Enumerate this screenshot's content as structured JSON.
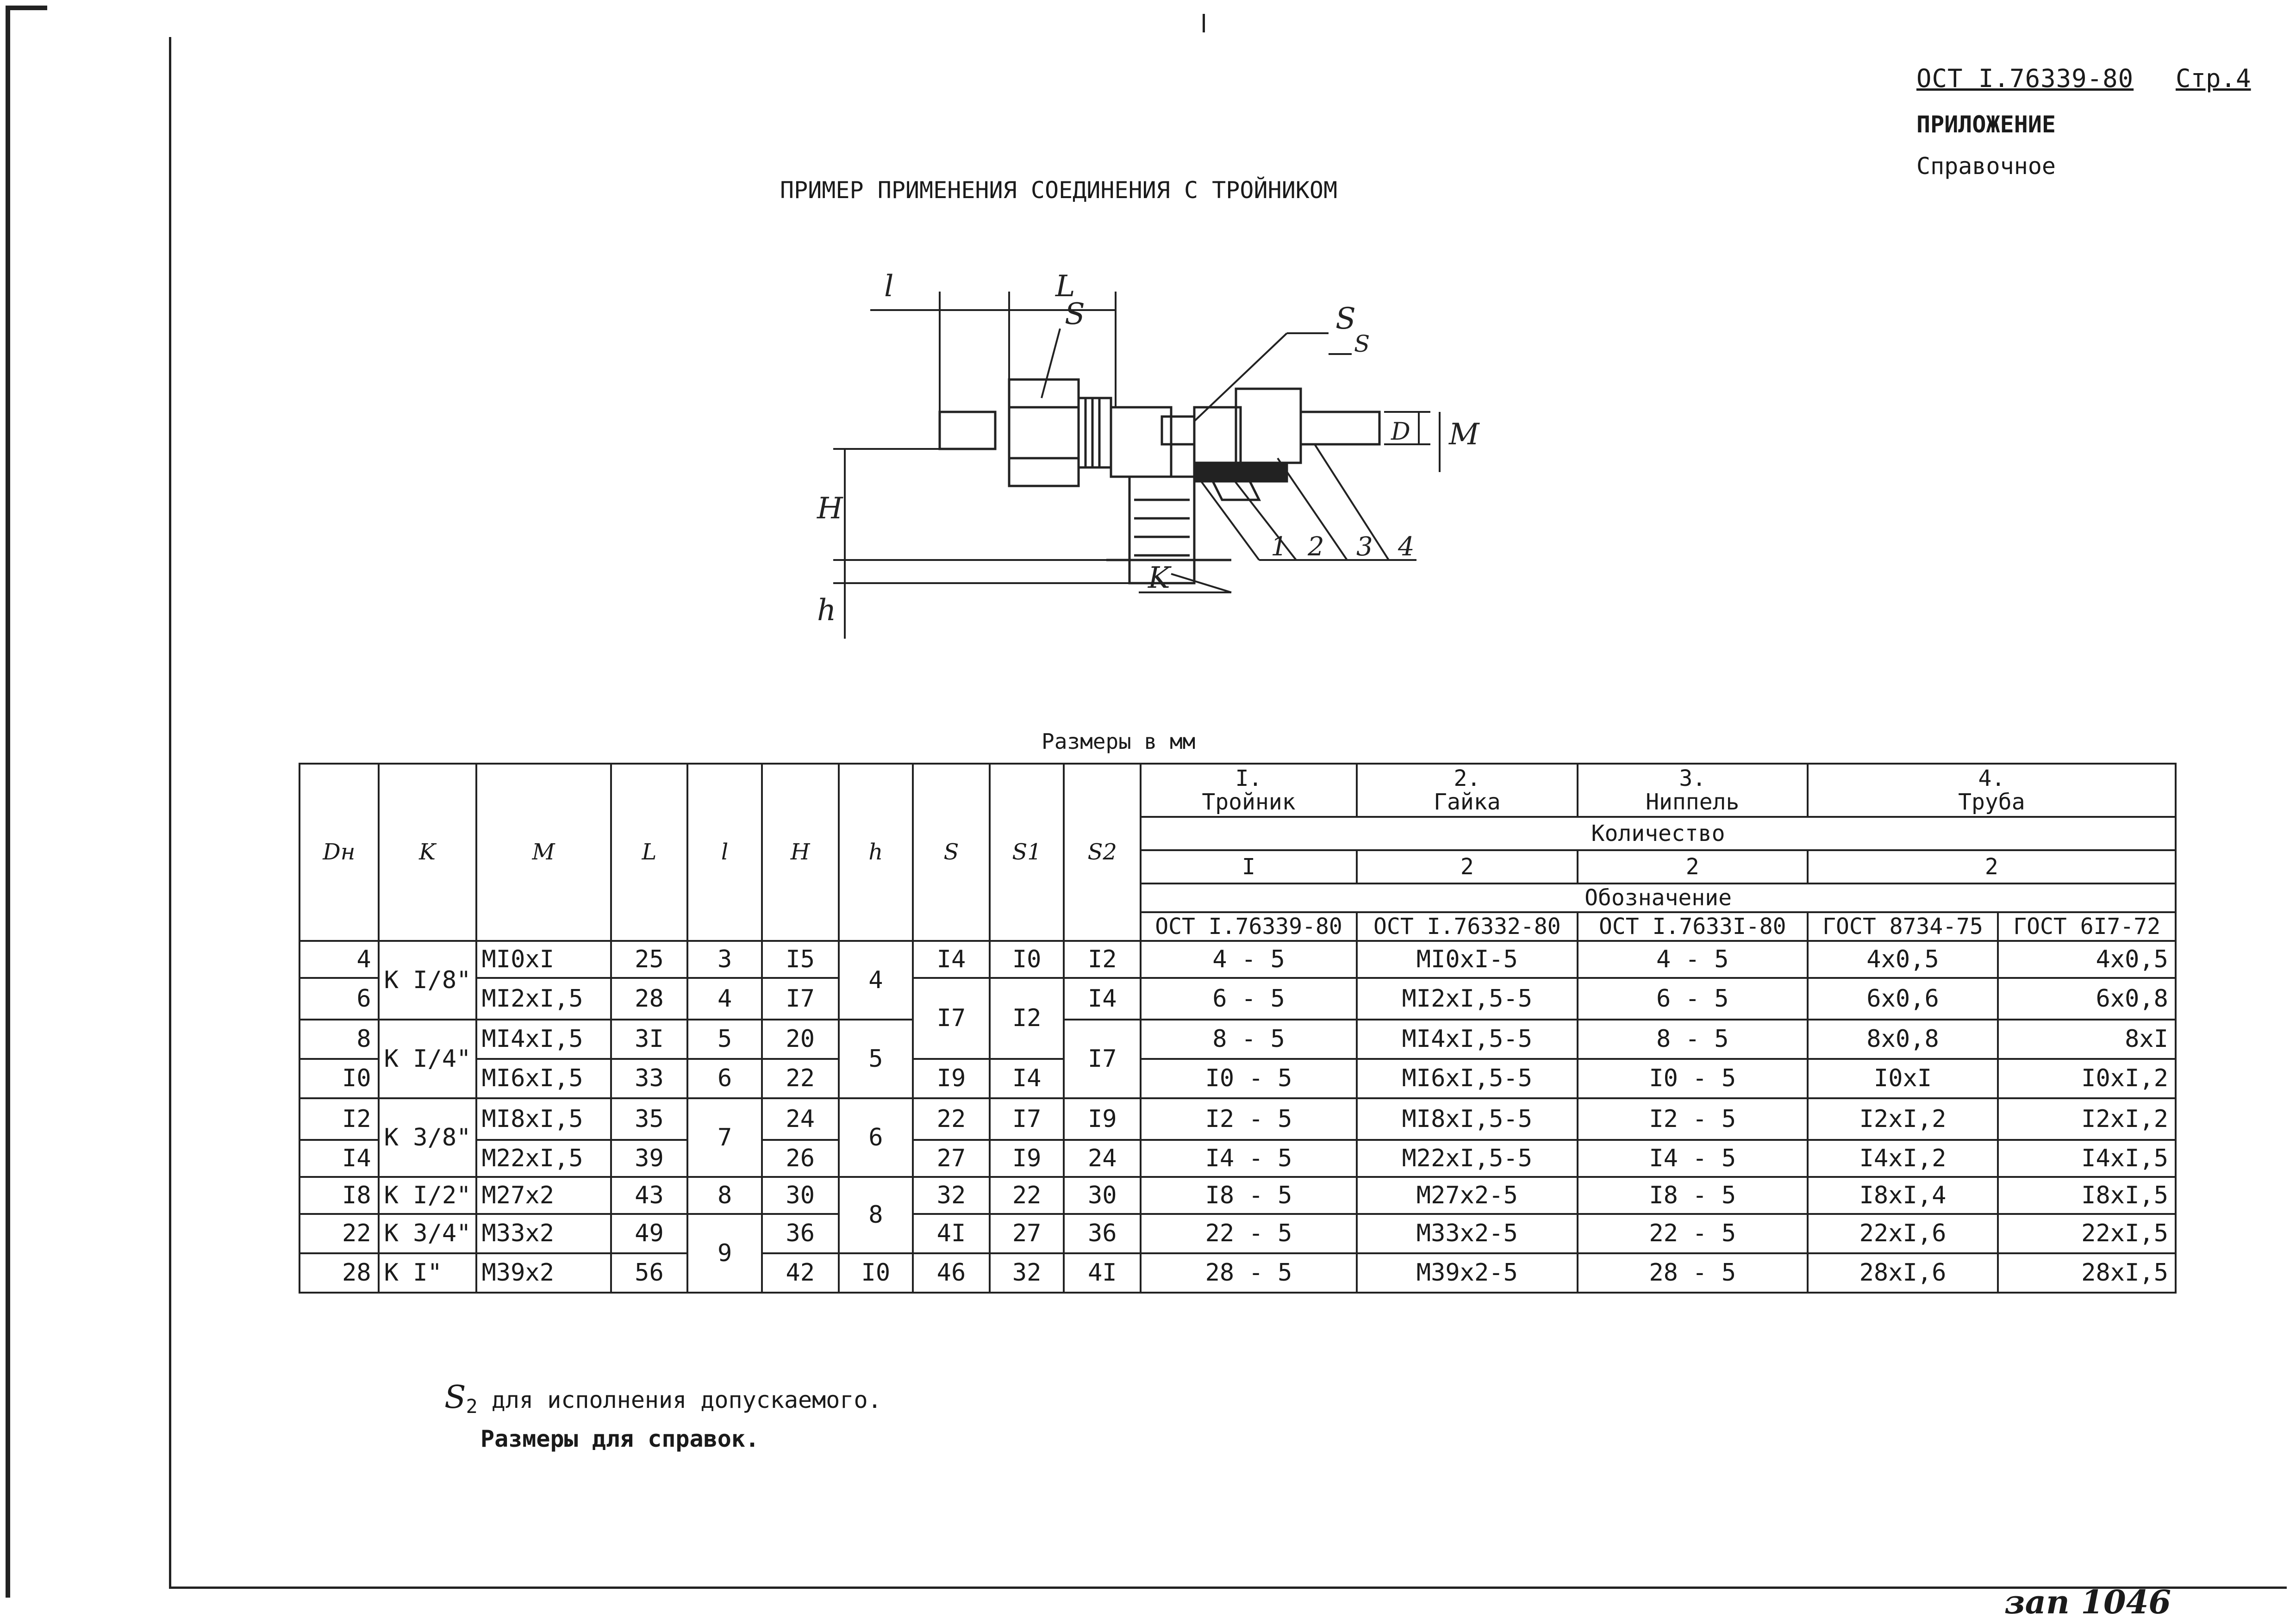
{
  "header": {
    "doc_code": "ОСТ I.76339-80",
    "page": "Стр.4",
    "appendix": "ПРИЛОЖЕНИЕ",
    "reference": "Справочное"
  },
  "title": "ПРИМЕР ПРИМЕНЕНИЯ СОЕДИНЕНИЯ С ТРОЙНИКОМ",
  "drawing_labels": {
    "l": "l",
    "L": "L",
    "S": "S",
    "S1": "S",
    "S2": "S",
    "Dn": "D",
    "M": "M",
    "H": "H",
    "h": "h",
    "K": "K",
    "p1": "1",
    "p2": "2",
    "p3": "3",
    "p4": "4"
  },
  "units": "Размеры в мм",
  "table": {
    "col_syms": [
      "Dн",
      "K",
      "M",
      "L",
      "l",
      "H",
      "h",
      "S",
      "S1",
      "S2"
    ],
    "groups": [
      {
        "num": "I.",
        "name": "Тройник"
      },
      {
        "num": "2.",
        "name": "Гайка"
      },
      {
        "num": "3.",
        "name": "Ниппель"
      },
      {
        "num": "4.",
        "name": "Труба"
      }
    ],
    "quantity_label": "Количество",
    "quantities": [
      "I",
      "2",
      "2",
      "2"
    ],
    "designation_label": "Обозначение",
    "designations": [
      "ОСТ I.76339-80",
      "ОСТ I.76332-80",
      "ОСТ I.7633I-80",
      "ГОСТ 8734-75",
      "ГОСТ 6I7-72"
    ],
    "k": [
      "К I/8\"",
      "К I/4\"",
      "К 3/8\"",
      "К I/2\"",
      "К 3/4\"",
      "К I\""
    ],
    "h": [
      "4",
      "5",
      "6",
      "8",
      "I0"
    ],
    "l": [
      "3",
      "4",
      "5",
      "6",
      "7",
      "8",
      "9"
    ],
    "rows": [
      {
        "dn": "4",
        "m": "MI0xI",
        "L": "25",
        "H": "I5",
        "S": "I4",
        "S1": "I0",
        "S2": "I2",
        "tee": "4 - 5",
        "nut": "MI0xI-5",
        "nip": "4 - 5",
        "t1": "4x0,5",
        "t2": "4x0,5"
      },
      {
        "dn": "6",
        "m": "MI2xI,5",
        "L": "28",
        "H": "I7",
        "S": "I7",
        "S1": "I2",
        "S2": "I4",
        "tee": "6 - 5",
        "nut": "MI2xI,5-5",
        "nip": "6 - 5",
        "t1": "6x0,6",
        "t2": "6x0,8"
      },
      {
        "dn": "8",
        "m": "MI4xI,5",
        "L": "3I",
        "H": "20",
        "S2": "I7",
        "tee": "8 - 5",
        "nut": "MI4xI,5-5",
        "nip": "8 - 5",
        "t1": "8x0,8",
        "t2": "8xI"
      },
      {
        "dn": "I0",
        "m": "MI6xI,5",
        "L": "33",
        "H": "22",
        "S": "I9",
        "S1": "I4",
        "tee": "I0 - 5",
        "nut": "MI6xI,5-5",
        "nip": "I0 - 5",
        "t1": "I0xI",
        "t2": "I0xI,2"
      },
      {
        "dn": "I2",
        "m": "MI8xI,5",
        "L": "35",
        "H": "24",
        "S": "22",
        "S1": "I7",
        "S2": "I9",
        "tee": "I2 - 5",
        "nut": "MI8xI,5-5",
        "nip": "I2 - 5",
        "t1": "I2xI,2",
        "t2": "I2xI,2"
      },
      {
        "dn": "I4",
        "m": "M22xI,5",
        "L": "39",
        "H": "26",
        "S": "27",
        "S1": "I9",
        "S2": "24",
        "tee": "I4 - 5",
        "nut": "M22xI,5-5",
        "nip": "I4 - 5",
        "t1": "I4xI,2",
        "t2": "I4xI,5"
      },
      {
        "dn": "I8",
        "m": "M27x2",
        "L": "43",
        "H": "30",
        "S": "32",
        "S1": "22",
        "S2": "30",
        "tee": "I8 - 5",
        "nut": "M27x2-5",
        "nip": "I8 - 5",
        "t1": "I8xI,4",
        "t2": "I8xI,5"
      },
      {
        "dn": "22",
        "m": "M33x2",
        "L": "49",
        "H": "36",
        "S": "4I",
        "S1": "27",
        "S2": "36",
        "tee": "22 - 5",
        "nut": "M33x2-5",
        "nip": "22 - 5",
        "t1": "22xI,6",
        "t2": "22xI,5"
      },
      {
        "dn": "28",
        "m": "M39x2",
        "L": "56",
        "H": "42",
        "S": "46",
        "S1": "32",
        "S2": "4I",
        "tee": "28 - 5",
        "nut": "M39x2-5",
        "nip": "28 - 5",
        "t1": "28xI,6",
        "t2": "28xI,5"
      }
    ]
  },
  "notes": {
    "s2_sym": "S",
    "s2_sub": "2",
    "s2_text": " для исполнения допускаемого.",
    "reference_text": "Размеры для справок."
  },
  "stamp": "зап 1046"
}
